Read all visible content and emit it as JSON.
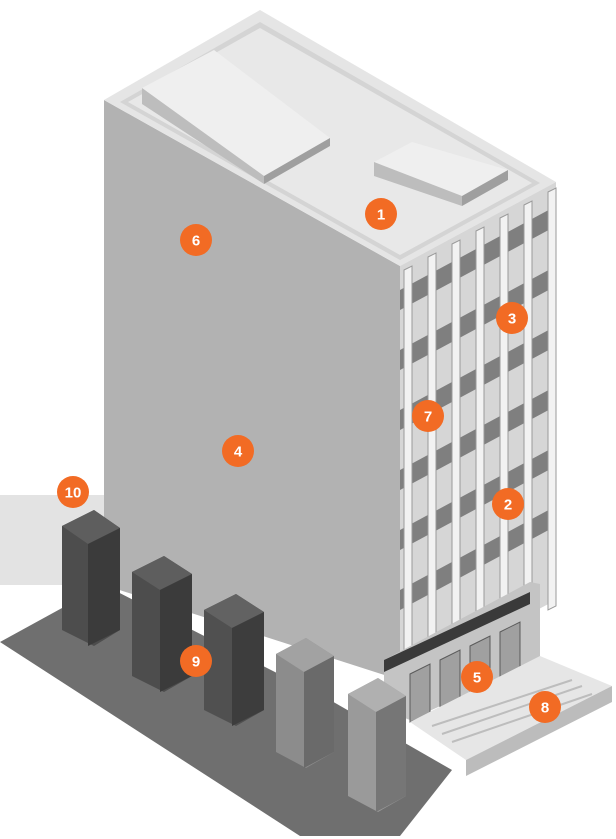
{
  "colors": {
    "accent": "#f26b24",
    "marker_text": "#ffffff",
    "background": "#ffffff",
    "ground_shadow": "#e3e3e3"
  },
  "markers": [
    {
      "label": "1",
      "meaning": "roof"
    },
    {
      "label": "2",
      "meaning": "facade-lower"
    },
    {
      "label": "3",
      "meaning": "facade-upper"
    },
    {
      "label": "4",
      "meaning": "side-wall"
    },
    {
      "label": "5",
      "meaning": "ground-floor-entrance"
    },
    {
      "label": "6",
      "meaning": "upper-side-wall"
    },
    {
      "label": "7",
      "meaning": "vertical-fins"
    },
    {
      "label": "8",
      "meaning": "entrance-steps"
    },
    {
      "label": "9",
      "meaning": "bollard-blocks"
    },
    {
      "label": "10",
      "meaning": "plaza"
    }
  ]
}
